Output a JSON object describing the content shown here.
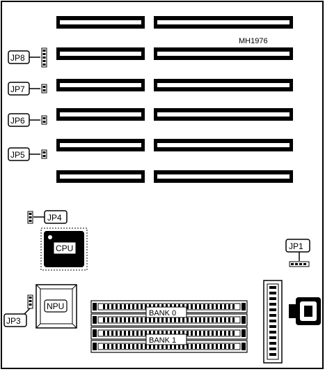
{
  "model_code": "MH1976",
  "jumpers": {
    "jp1": "JP1",
    "jp3": "JP3",
    "jp4": "JP4",
    "jp5": "JP5",
    "jp6": "JP6",
    "jp7": "JP7",
    "jp8": "JP8"
  },
  "chips": {
    "cpu": "CPU",
    "npu": "NPU"
  },
  "memory_banks": {
    "bank0": "BANK 0",
    "bank1": "BANK 1"
  }
}
